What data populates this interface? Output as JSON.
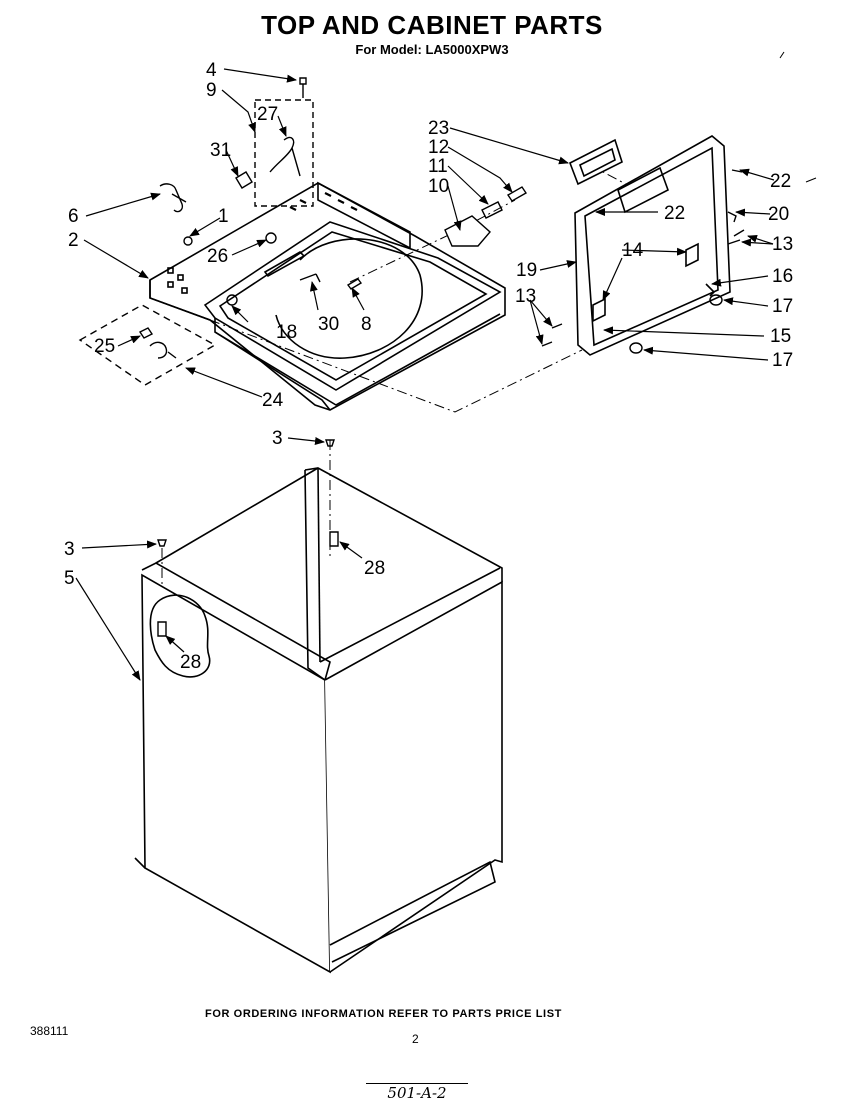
{
  "header": {
    "title": "TOP AND CABINET PARTS",
    "model": "For Model: LA5000XPW3"
  },
  "footer": {
    "ordering_note": "FOR ORDERING INFORMATION REFER TO PARTS PRICE LIST",
    "doc_number": "388111",
    "page_number": "2",
    "handwritten_code": "501-A-2"
  },
  "callouts": {
    "c1": "1",
    "c2": "2",
    "c3a": "3",
    "c3b": "3",
    "c4": "4",
    "c5": "5",
    "c6": "6",
    "c8": "8",
    "c9": "9",
    "c10": "10",
    "c11": "11",
    "c12": "12",
    "c13a": "13",
    "c13b": "13",
    "c14": "14",
    "c15": "15",
    "c16": "16",
    "c17a": "17",
    "c17b": "17",
    "c18": "18",
    "c19": "19",
    "c20": "20",
    "c22a": "22",
    "c22b": "22",
    "c23": "23",
    "c24": "24",
    "c25": "25",
    "c26": "26",
    "c27": "27",
    "c28a": "28",
    "c28b": "28",
    "c30": "30",
    "c31": "31"
  }
}
